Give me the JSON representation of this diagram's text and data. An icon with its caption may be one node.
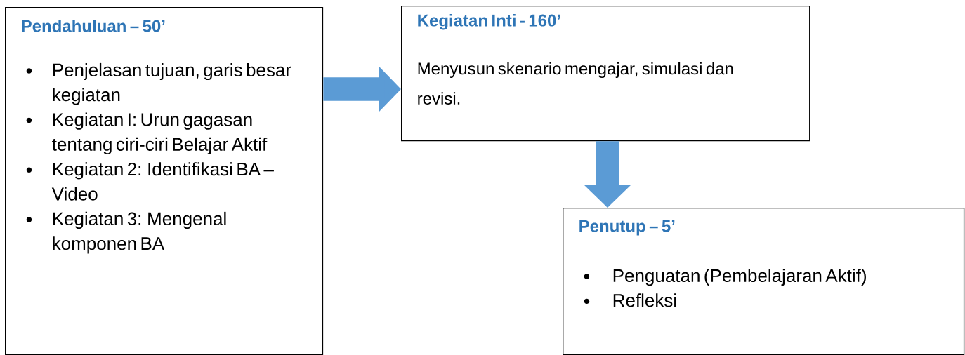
{
  "diagram": {
    "nodes": [
      {
        "text": [
          "Pendahuluan – 50’",
          "Penjelasan tujuan, garis besar kegiatan",
          "Kegiatan I: Urun gagasan tentang ciri-ciri Belajar Aktif",
          "Kegiatan  2: Identifikasi BA – Video",
          "Kegiatan 3: Mengenal komponen BA"
        ]
      },
      {
        "text": [
          "Kegiatan Inti - 160’",
          "Menyusun skenario mengajar, simulasi dan revisi."
        ]
      },
      {
        "text": [
          "Penutup – 5’",
          "Penguatan (Pembelajaran Aktif)",
          "Refleksi"
        ]
      }
    ],
    "edges": [
      {
        "from": 0,
        "to": 1,
        "arrow": "to"
      },
      {
        "from": 1,
        "to": 2,
        "arrow": "to"
      }
    ]
  }
}
